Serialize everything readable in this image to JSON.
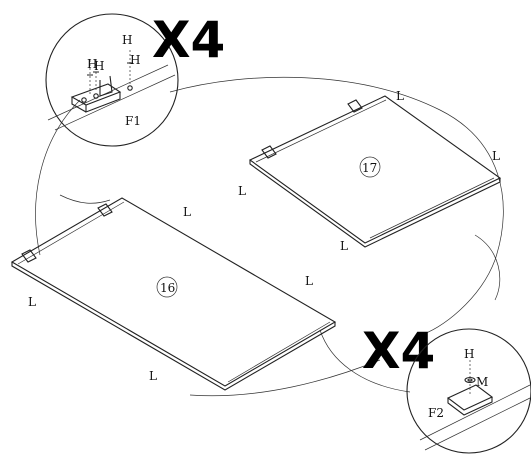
{
  "diagram": {
    "quantity_top": "X4",
    "quantity_bottom": "X4",
    "panel_16": "16",
    "panel_17": "17",
    "fitting_f1": "F1",
    "fitting_f2": "F2",
    "label_h": "H",
    "label_m": "M",
    "label_l": "L"
  }
}
